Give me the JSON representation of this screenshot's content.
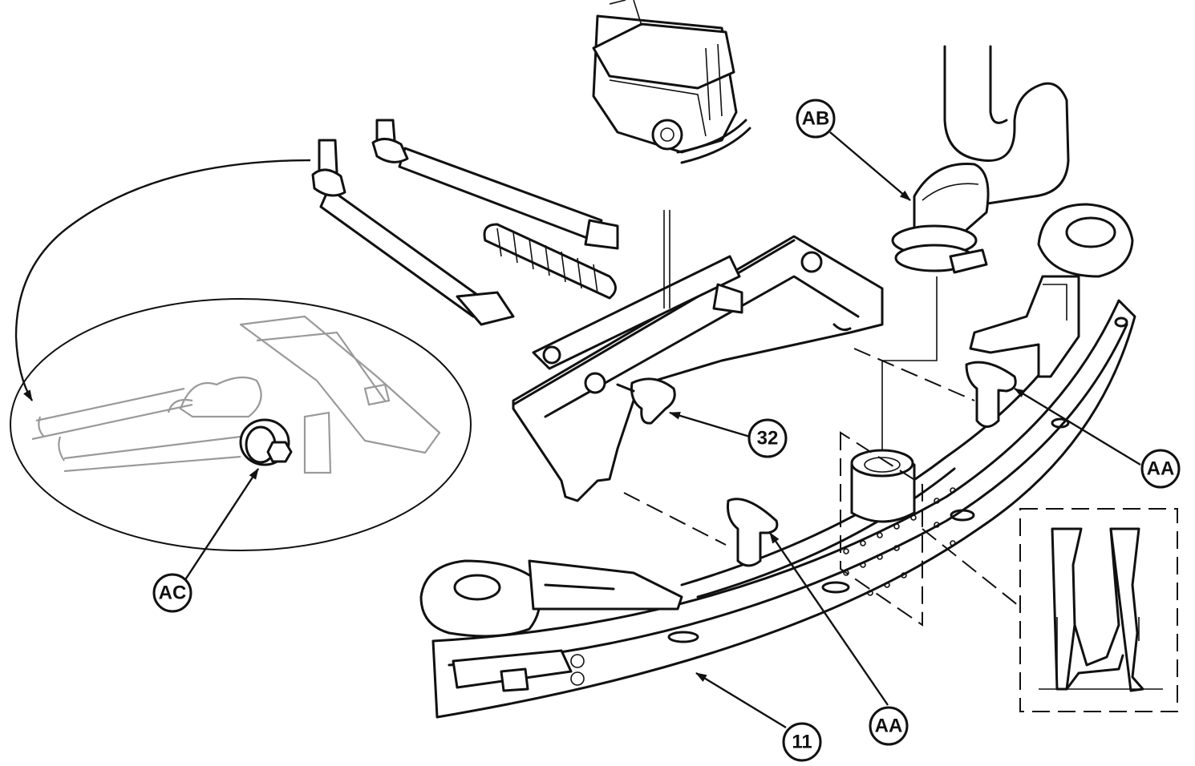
{
  "callouts": {
    "ab": "AB",
    "aa_right": "AA",
    "aa_bottom": "AA",
    "ac": "AC",
    "c32": "32",
    "c11": "11"
  }
}
